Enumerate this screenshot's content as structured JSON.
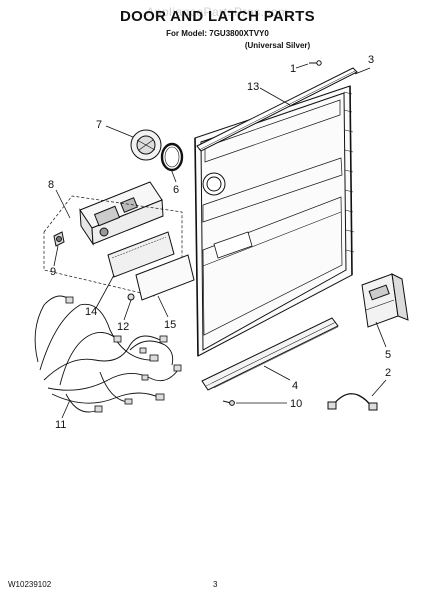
{
  "header": {
    "watermark": "AppliancePartsPros.com",
    "title": "DOOR AND LATCH PARTS",
    "model_line": "For Model: 7GU3800XTVY0",
    "finish_line": "(Universal Silver)"
  },
  "callouts": {
    "c1": "1",
    "c2": "2",
    "c3": "3",
    "c4": "4",
    "c5": "5",
    "c6": "6",
    "c7": "7",
    "c8": "8",
    "c9": "9",
    "c10": "10",
    "c11": "11",
    "c12": "12",
    "c13": "13",
    "c14": "14",
    "c15": "15"
  },
  "footer": {
    "doc_number": "W10239102",
    "page_number": "3"
  }
}
